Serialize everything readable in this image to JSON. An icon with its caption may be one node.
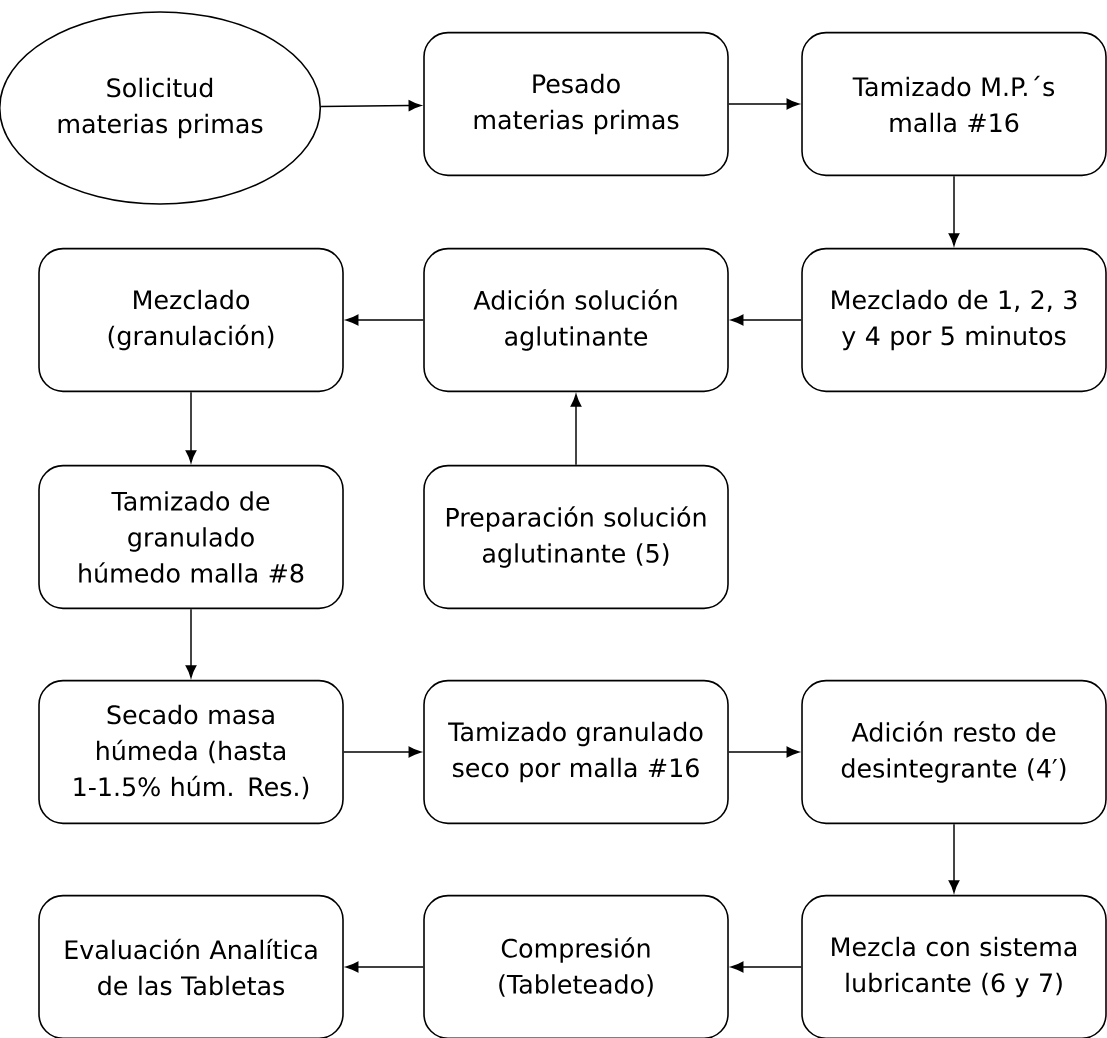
{
  "diagram": {
    "nodes": [
      {
        "text": [
          "Solicitud materias primas"
        ]
      },
      {
        "text": [
          "Pesado materias primas"
        ]
      },
      {
        "text": [
          "Tamizado M.P.´s malla #16"
        ]
      },
      {
        "text": [
          "Mezclado (granulación)"
        ]
      },
      {
        "text": [
          "Adición solución aglutinante"
        ]
      },
      {
        "text": [
          "Mezclado de 1, 2, 3 y 4 por 5 minutos"
        ]
      },
      {
        "text": [
          "Tamizado de granulado húmedo malla #8"
        ]
      },
      {
        "text": [
          "Preparación solución aglutinante (5)"
        ]
      },
      {
        "text": [
          "Secado masa húmeda (hasta 1-1.5% húm. Res.)"
        ]
      },
      {
        "text": [
          "Tamizado granulado seco por malla #16"
        ]
      },
      {
        "text": [
          "Adición resto de desintegrante (4′)"
        ]
      },
      {
        "text": [
          "Evaluación Analítica de las Tabletas"
        ]
      },
      {
        "text": [
          "Compresión (Tableteado)"
        ]
      },
      {
        "text": [
          "Mezcla con sistema lubricante (6 y 7)"
        ]
      }
    ],
    "edges": [
      {
        "from": 0,
        "to": 1,
        "arrow": "to"
      },
      {
        "from": 1,
        "to": 2,
        "arrow": "to"
      },
      {
        "from": 2,
        "to": 5,
        "arrow": "to"
      },
      {
        "from": 5,
        "to": 4,
        "arrow": "to"
      },
      {
        "from": 4,
        "to": 3,
        "arrow": "to"
      },
      {
        "from": 7,
        "to": 4,
        "arrow": "to"
      },
      {
        "from": 3,
        "to": 6,
        "arrow": "to"
      },
      {
        "from": 6,
        "to": 8,
        "arrow": "to"
      },
      {
        "from": 8,
        "to": 9,
        "arrow": "to"
      },
      {
        "from": 9,
        "to": 10,
        "arrow": "to"
      },
      {
        "from": 10,
        "to": 13,
        "arrow": "to"
      },
      {
        "from": 13,
        "to": 12,
        "arrow": "to"
      },
      {
        "from": 12,
        "to": 11,
        "arrow": "to"
      }
    ]
  }
}
